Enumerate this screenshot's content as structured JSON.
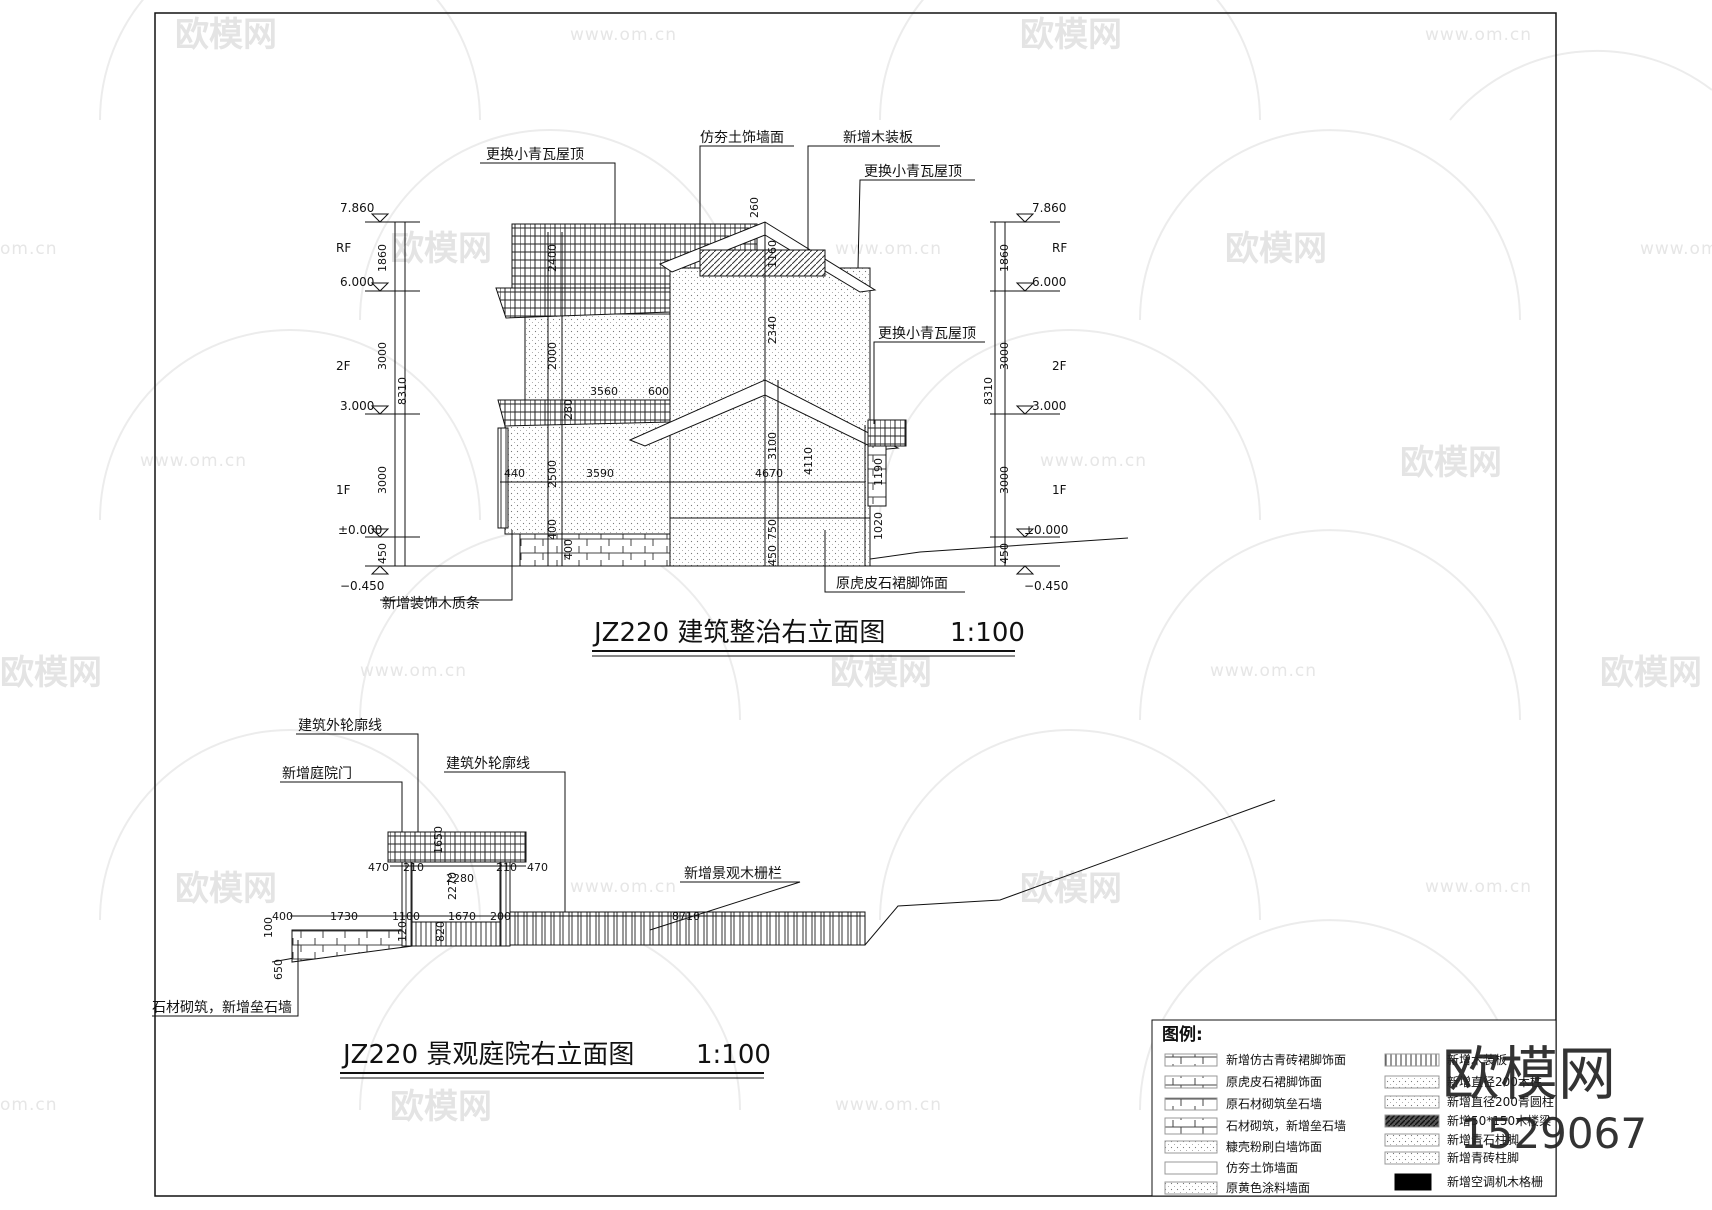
{
  "watermark": {
    "brand": "欧模网",
    "url": "www.om.cn",
    "url_short": "om.cn",
    "brand_partial": "欧模网",
    "corner_logo": "欧模网",
    "corner_id": "1529067"
  },
  "elevation_building": {
    "title": "JZ220  建筑整治右立面图",
    "scale": "1:100",
    "callouts": {
      "roof_left": "更换小青瓦屋顶",
      "wall_finish": "仿夯土饰墙面",
      "wood_panel": "新增木装板",
      "roof_right_upper": "更换小青瓦屋顶",
      "roof_right_lower": "更换小青瓦屋顶",
      "wood_strip": "新增装饰木质条",
      "base_stone": "原虎皮石裙脚饰面"
    },
    "levels": {
      "roof_elev": "7.860",
      "rf": "RF",
      "l3_elev": "6.000",
      "l2": "2F",
      "l2_elev": "3.000",
      "l1": "1F",
      "ground_elev": "±0.000",
      "base_elev": "−0.450"
    },
    "dims_side": {
      "d_roof": "1860",
      "d_2f": "3000",
      "d_1f": "3000",
      "d_total": "8310",
      "d_base": "450"
    },
    "dims_inner": {
      "a_1160": "1160",
      "a_2340": "2340",
      "a_2000": "2000",
      "a_3560": "3560",
      "a_600": "600",
      "a_4110": "4110",
      "a_3100": "3100",
      "a_4670": "4670",
      "a_440": "440",
      "a_2500": "2500",
      "a_3590": "3590",
      "a_1190": "1190",
      "a_1020": "1020",
      "a_750": "750",
      "a_450": "450",
      "a_400": "400",
      "a_260": "260",
      "a_2400": "2400",
      "a_280": "280",
      "a_400b": "400"
    }
  },
  "elevation_courtyard": {
    "title": "JZ220  景观庭院右立面图",
    "scale": "1:100",
    "callouts": {
      "outline_1": "建筑外轮廓线",
      "gate": "新增庭院门",
      "outline_2": "建筑外轮廓线",
      "fence": "新增景观木栅栏",
      "stone_wall": "石材砌筑，新增垒石墙"
    },
    "dims": {
      "d_470_l": "470",
      "d_210_l": "210",
      "d_2280": "2280",
      "d_210_r": "210",
      "d_470_r": "470",
      "d_400": "400",
      "d_1730": "1730",
      "d_1100": "1100",
      "d_1670": "1670",
      "d_200": "200",
      "d_8710": "8710",
      "d_100": "100",
      "d_650": "650",
      "d_1650": "1650",
      "d_2270": "2270",
      "d_820": "820",
      "d_120": "120"
    }
  },
  "legend": {
    "title": "图例:",
    "left_items": [
      "新增仿古青砖裙脚饰面",
      "原虎皮石裙脚饰面",
      "原石材砌筑垒石墙",
      "石材砌筑，新增垒石墙",
      "糠壳粉刷白墙饰面",
      "仿夯土饰墙面",
      "原黄色涂料墙面"
    ],
    "right_items": [
      "新增木装板",
      "新增直径200木柱",
      "新增直径200青圆柱",
      "新增50*150木楼梁",
      "新增青石柱脚",
      "新增青砖柱脚",
      "新增空调机木格栅"
    ]
  }
}
